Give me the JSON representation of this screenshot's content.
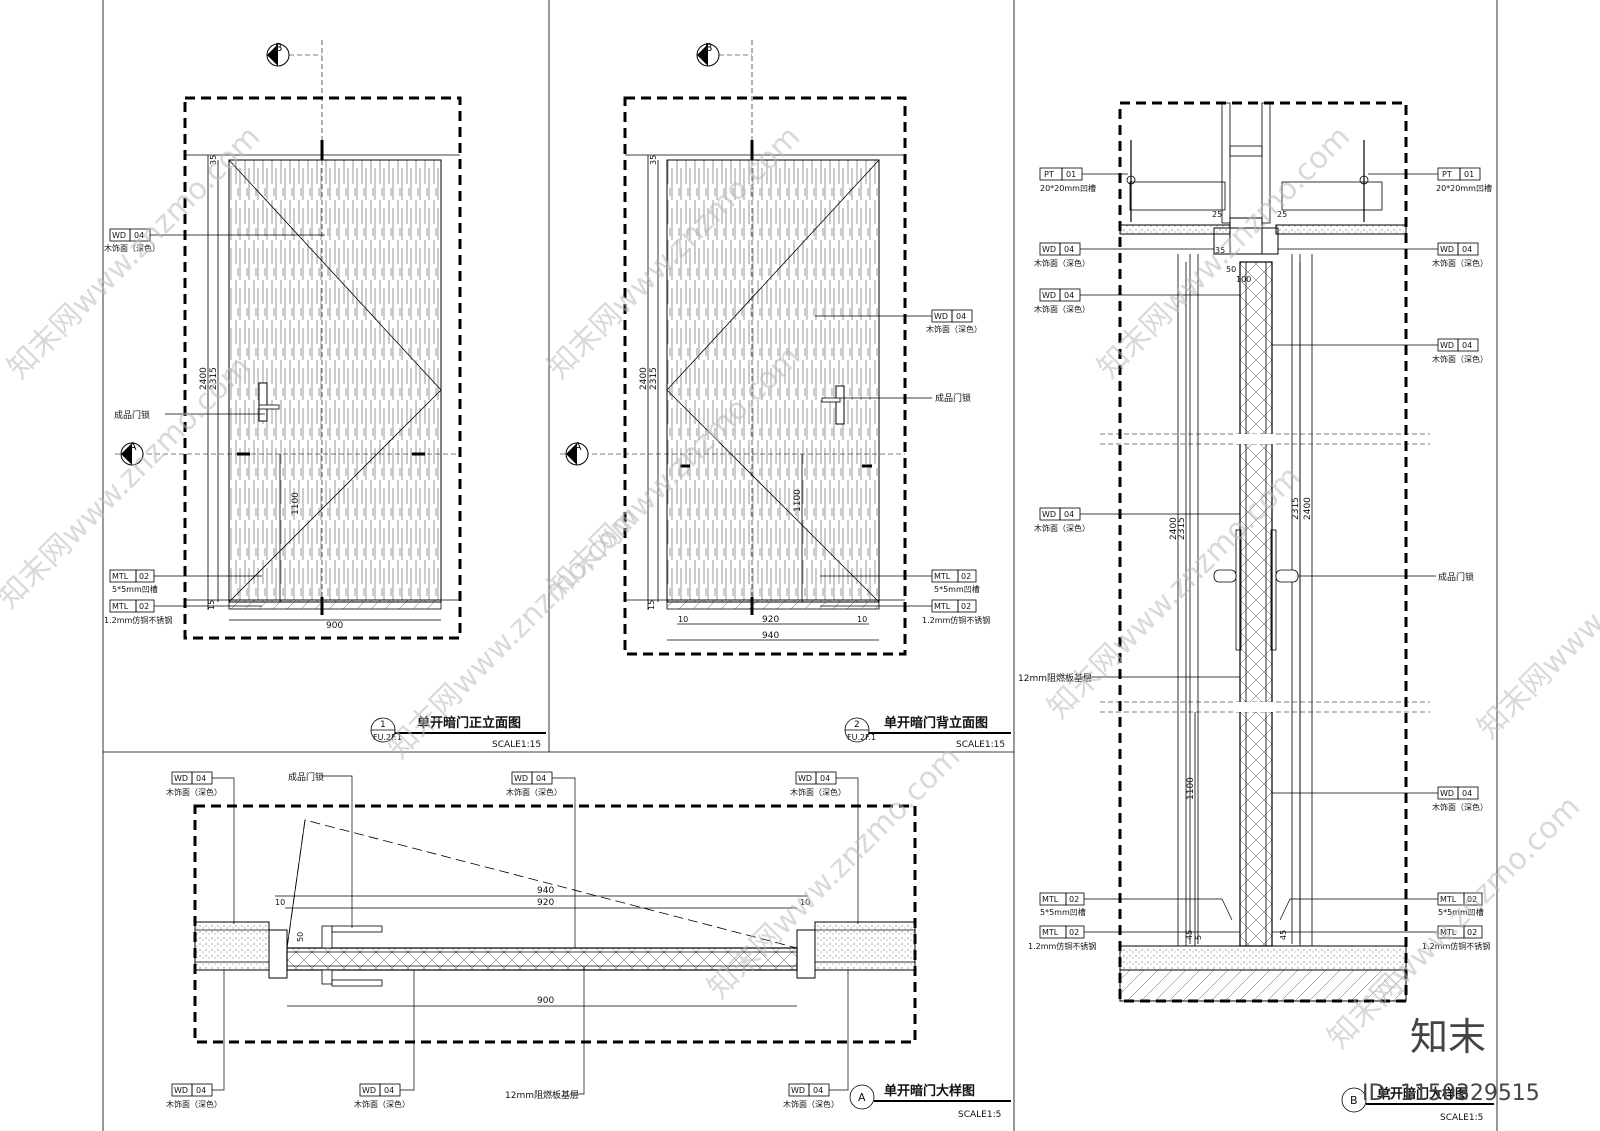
{
  "labels": {
    "wd": "WD",
    "n04": "04",
    "mtl": "MTL",
    "n02": "02",
    "pt": "PT",
    "n01": "01",
    "wood_finish": "木饰面（深色）",
    "groove": "5*5mm凹槽",
    "stainless": "1.2mm仿铜不锈钢",
    "lock": "成品门锁",
    "board": "12mm阻燃板基层",
    "air_groove": "20*20mm凹槽",
    "sec_a": "A",
    "sec_b": "B"
  },
  "dims": {
    "h2400": "2400",
    "h2315": "2315",
    "h1100": "1100",
    "w900": "900",
    "w920": "920",
    "w940": "940",
    "d10": "10",
    "d35": "35",
    "d15": "15",
    "d50": "50",
    "d100": "100",
    "d45": "45",
    "d5": "5",
    "d25": "25"
  },
  "titles": {
    "t1_num": "1",
    "t1_sub": "FU.2F.1",
    "t1": "单开暗门正立面图",
    "t1_scale": "SCALE1:15",
    "t2_num": "2",
    "t2_sub": "FU.2F.1",
    "t2": "单开暗门背立面图",
    "t2_scale": "SCALE1:15",
    "ta_num": "A",
    "ta": "单开暗门大样图",
    "ta_scale": "SCALE1:5",
    "tb_num": "B",
    "tb": "单开暗门大样图",
    "tb_scale": "SCALE1:5"
  },
  "watermark": {
    "text": "知末网www.znzmo.com",
    "brand": "知末",
    "id": "ID: 1150329515"
  }
}
